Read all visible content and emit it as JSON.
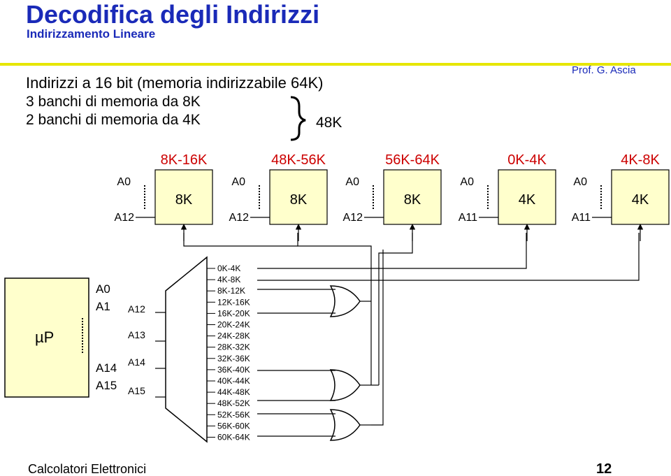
{
  "header": {
    "title": "Decodifica degli Indirizzi",
    "subtitle": "Indirizzamento Lineare",
    "author": "Prof. G. Ascia"
  },
  "intro": {
    "line1": "Indirizzi a 16 bit (memoria indirizzabile 64K)",
    "line2": "3 banchi di memoria da 8K",
    "line3": "2 banchi di memoria da 4K",
    "total": "48K"
  },
  "banks": [
    {
      "range": "8K-16K",
      "size": "8K",
      "addr_low": "A0",
      "addr_high": "A12"
    },
    {
      "range": "48K-56K",
      "size": "8K",
      "addr_low": "A0",
      "addr_high": "A12"
    },
    {
      "range": "56K-64K",
      "size": "8K",
      "addr_low": "A0",
      "addr_high": "A12"
    },
    {
      "range": "0K-4K",
      "size": "4K",
      "addr_low": "A0",
      "addr_high": "A11"
    },
    {
      "range": "4K-8K",
      "size": "4K",
      "addr_low": "A0",
      "addr_high": "A11"
    }
  ],
  "cpu": {
    "label": "µP",
    "address_lines": [
      "A0",
      "A1",
      "A14",
      "A15"
    ]
  },
  "decoder": {
    "inputs": [
      "A12",
      "A13",
      "A14",
      "A15"
    ],
    "outputs": [
      "0K-4K",
      "4K-8K",
      "8K-12K",
      "12K-16K",
      "16K-20K",
      "20K-24K",
      "24K-28K",
      "28K-32K",
      "32K-36K",
      "36K-40K",
      "40K-44K",
      "44K-48K",
      "48K-52K",
      "52K-56K",
      "56K-60K",
      "60K-64K"
    ]
  },
  "footer": {
    "course": "Calcolatori Elettronici",
    "page": "12"
  },
  "colors": {
    "title": "#1a2ab8",
    "rule": "#e6e600",
    "bank_fill": "#ffffcc",
    "range_label": "#cc0000"
  }
}
